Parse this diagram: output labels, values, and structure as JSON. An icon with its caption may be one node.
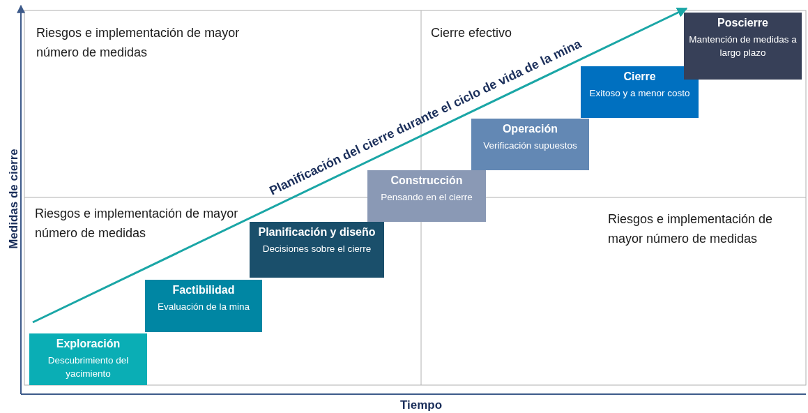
{
  "diagram": {
    "nodes": [
      {
        "text": [
          "Exploración",
          "Descubrimiento del yacimiento"
        ]
      },
      {
        "text": [
          "Factibilidad",
          "Evaluación de la mina"
        ]
      },
      {
        "text": [
          "Planificación y diseño",
          "Decisiones sobre el cierre"
        ]
      },
      {
        "text": [
          "Construcción",
          "Pensando en el cierre"
        ]
      },
      {
        "text": [
          "Operación",
          "Verificación supuestos"
        ]
      },
      {
        "text": [
          "Cierre",
          "Exitoso y a menor costo"
        ]
      },
      {
        "text": [
          "Poscierre",
          "Mantención de medidas a largo plazo"
        ]
      }
    ],
    "labels": [
      "Riesgos e implementación de mayor número de medidas",
      "Cierre efectivo",
      "Planificación del cierre durante el ciclo de vida de la mina",
      "Riesgos e implementación de mayor número de medidas",
      "Riesgos e implementación de mayor número de medidas",
      "Medidas de cierre",
      "Tiempo"
    ]
  }
}
